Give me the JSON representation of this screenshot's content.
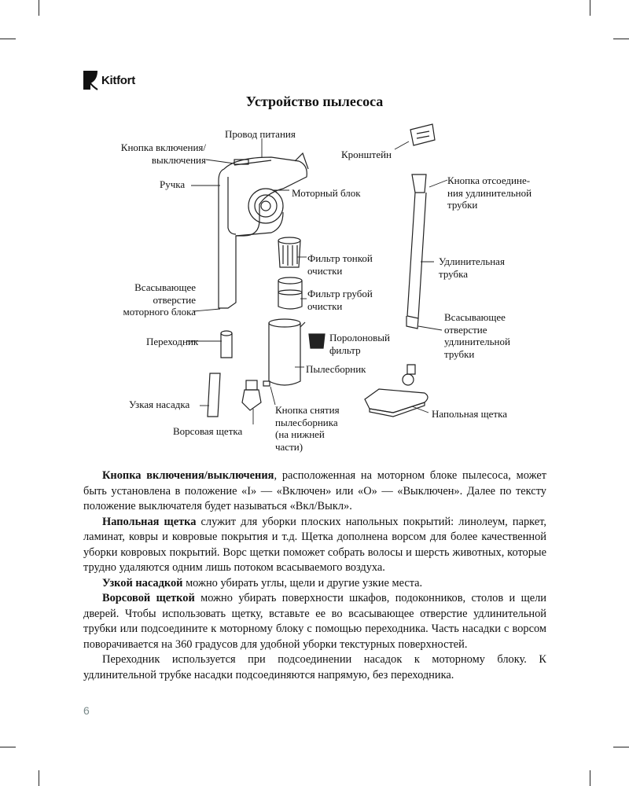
{
  "brand": {
    "name": "Kitfort"
  },
  "title": "Устройство пылесоса",
  "labels": {
    "power_button": "Кнопка включения/\nвыключения",
    "power_cord": "Провод питания",
    "bracket": "Кронштейн",
    "handle": "Ручка",
    "motor_unit": "Моторный блок",
    "release_button": "Кнопка отсоедине-\nния удлинительной\nтрубки",
    "fine_filter": "Фильтр тонкой\nочистки",
    "coarse_filter": "Фильтр грубой\nочистки",
    "extension_tube": "Удлинительная\nтрубка",
    "motor_inlet": "Всасывающее\nотверстие\nмоторного блока",
    "tube_inlet": "Всасывающее\nотверстие\nудлинительной\nтрубки",
    "adapter": "Переходник",
    "foam_filter": "Поролоновый\nфильтр",
    "dust_container": "Пылесборник",
    "crevice_nozzle": "Узкая насадка",
    "dust_release": "Кнопка снятия\nпылесборника\n(на нижней\nчасти)",
    "floor_brush": "Напольная щетка",
    "bristle_brush": "Ворсовая щетка"
  },
  "paragraphs": [
    {
      "bold": "Кнопка включения/выключения",
      "text": ", расположенная на моторном блоке пылесоса, может быть установлена в положение «I» — «Включен» или «O» — «Выключен». Далее по тексту положение выключателя будет называться «Вкл/Выкл»."
    },
    {
      "bold": "Напольная щетка",
      "text": " служит для уборки плоских напольных покрытий: линолеум, паркет, ламинат, ковры и ковровые покрытия и т.д. Щетка дополнена ворсом для более качественной уборки ковровых покрытий. Ворс щетки поможет собрать волосы и шерсть животных, которые трудно удаляются одним лишь потоком всасываемого воздуха."
    },
    {
      "bold": "Узкой насадкой",
      "text": " можно убирать углы, щели и другие узкие места."
    },
    {
      "bold": "Ворсовой щеткой",
      "text": " можно убирать поверхности шкафов, подоконников, столов и щели дверей. Чтобы использовать щетку, вставьте ее во всасывающее отверстие удлинительной трубки или подсоедините к моторному блоку с помощью переходника. Часть насадки с ворсом поворачивается на 360 градусов для удобной уборки текстурных поверхностей."
    },
    {
      "bold": "",
      "text": "Переходник используется при подсоединении насадок к моторному блоку. К удлинительной трубке насадки подсоединяются напрямую, без переходника."
    }
  ],
  "page_number": "6"
}
